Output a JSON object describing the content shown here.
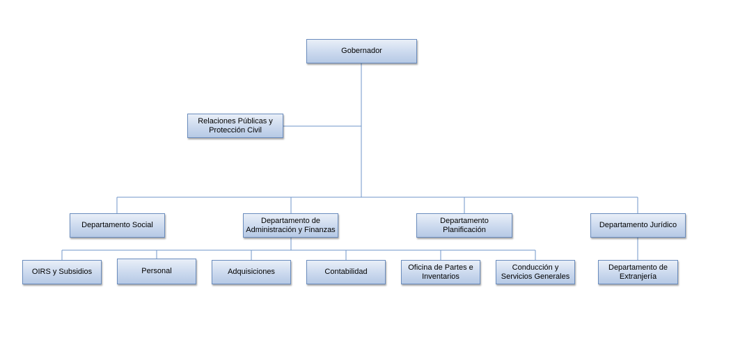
{
  "org_chart": {
    "root": "Gobernador",
    "staff": "Relaciones Públicas y Protección Civil",
    "departments": {
      "social": "Departamento Social",
      "administracion": "Departamento de Administración y Finanzas",
      "planificacion": "Departamento Planificación",
      "juridico": "Departamento Jurídico"
    },
    "admin_units": {
      "oirs": "OIRS y Subsidios",
      "personal": "Personal",
      "adquisiciones": "Adquisiciones",
      "contabilidad": "Contabilidad",
      "oficina_partes": "Oficina de Partes e Inventarios",
      "conduccion": "Conducción y Servicios Generales"
    },
    "juridico_units": {
      "extranjeria": "Departamento de Extranjería"
    }
  }
}
